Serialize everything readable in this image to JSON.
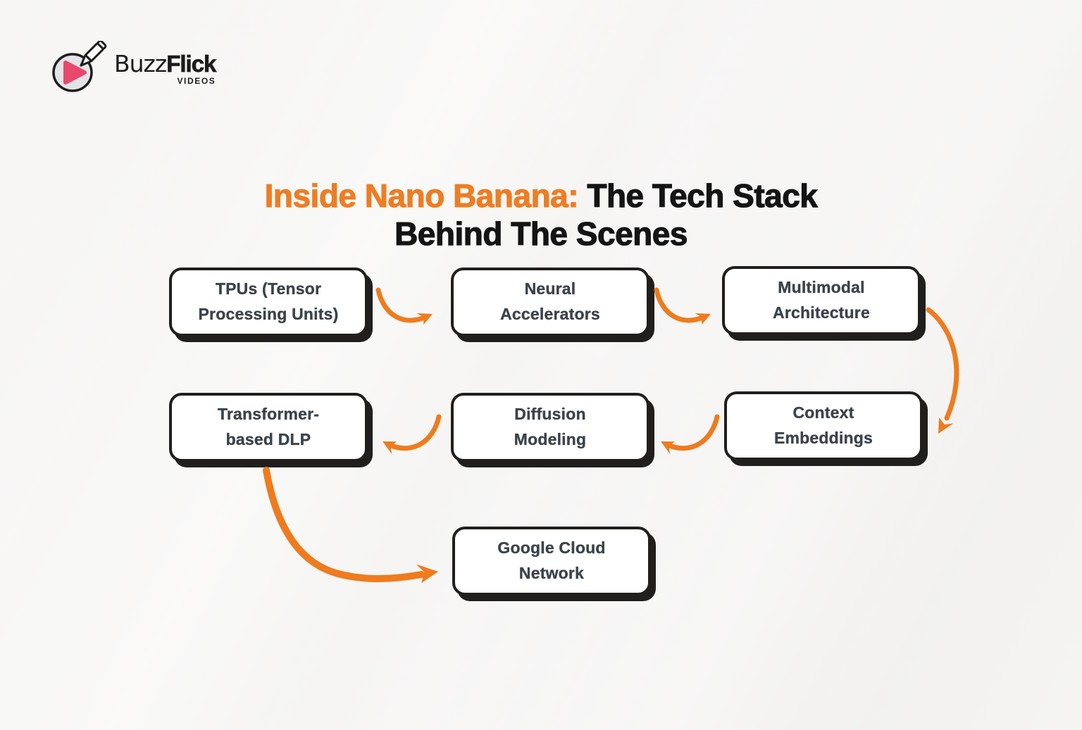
{
  "logo": {
    "brand_light": "Buzz",
    "brand_bold": "Flick",
    "tagline": "VIDEOS"
  },
  "title": {
    "highlight": "Inside Nano Banana:",
    "rest": " The Tech Stack\nBehind The Scenes"
  },
  "diagram": {
    "boxes": [
      {
        "id": "tpus",
        "label": "TPUs (Tensor\nProcessing Units)"
      },
      {
        "id": "neural-accelerators",
        "label": "Neural\nAccelerators"
      },
      {
        "id": "multimodal-architecture",
        "label": "Multimodal\nArchitecture"
      },
      {
        "id": "transformer-dlp",
        "label": "Transformer-\nbased DLP"
      },
      {
        "id": "diffusion-modeling",
        "label": "Diffusion\nModeling"
      },
      {
        "id": "context-embeddings",
        "label": "Context\nEmbeddings"
      },
      {
        "id": "google-cloud-network",
        "label": "Google Cloud\nNetwork"
      }
    ],
    "connections": [
      {
        "from": "tpus",
        "to": "neural-accelerators"
      },
      {
        "from": "neural-accelerators",
        "to": "multimodal-architecture"
      },
      {
        "from": "multimodal-architecture",
        "to": "context-embeddings"
      },
      {
        "from": "context-embeddings",
        "to": "diffusion-modeling"
      },
      {
        "from": "diffusion-modeling",
        "to": "transformer-dlp"
      },
      {
        "from": "transformer-dlp",
        "to": "google-cloud-network"
      }
    ]
  },
  "colors": {
    "accent_orange": "#EF7B1E",
    "title_orange": "#EE7D23",
    "title_dark": "#141414",
    "box_border": "#201F1D",
    "box_text": "#3C434B",
    "logo_pink": "#E8486C",
    "background": "#F4F3F1"
  }
}
